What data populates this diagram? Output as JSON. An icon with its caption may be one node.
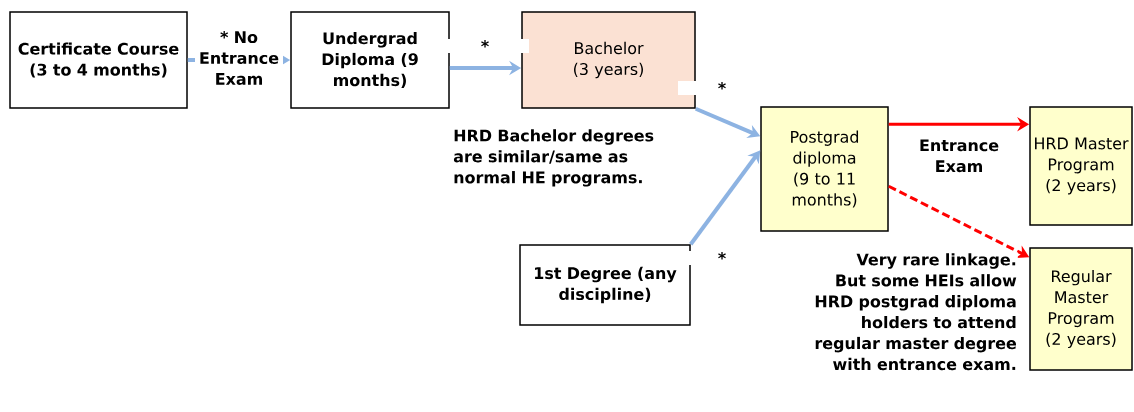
{
  "diagram": {
    "nodes": [
      {
        "text": [
          "Certificate Course (3 to 4 months)"
        ]
      },
      {
        "text": [
          "Undergrad Diploma (9 months)"
        ]
      },
      {
        "text": [
          "Bachelor (3 years)"
        ]
      },
      {
        "text": [
          "Postgrad diploma (9 to 11 months)"
        ]
      },
      {
        "text": [
          "1st Degree (any discipline)"
        ]
      },
      {
        "text": [
          "HRD Master Program (2 years)"
        ]
      },
      {
        "text": [
          "Regular Master Program (2 years)"
        ]
      }
    ],
    "edges": [
      {
        "from": 0,
        "to": 1,
        "arrow": "to",
        "label": "* No Entrance Exam"
      },
      {
        "from": 1,
        "to": 2,
        "arrow": "to",
        "label": "*"
      },
      {
        "from": 2,
        "to": 3,
        "arrow": "to",
        "label": "*"
      },
      {
        "from": 4,
        "to": 3,
        "arrow": "to",
        "label": "*"
      },
      {
        "from": 3,
        "to": 5,
        "arrow": "to",
        "label": "Entrance Exam",
        "color": "#ff0000"
      },
      {
        "from": 3,
        "to": 6,
        "arrow": "to",
        "style": "dashed",
        "color": "#ff0000"
      }
    ],
    "labels": [
      "HRD Bachelor degrees are similar/same as normal HE programs.",
      "Very rare linkage. But some HEIs allow HRD postgrad diploma holders to attend regular master degree with entrance exam."
    ]
  }
}
